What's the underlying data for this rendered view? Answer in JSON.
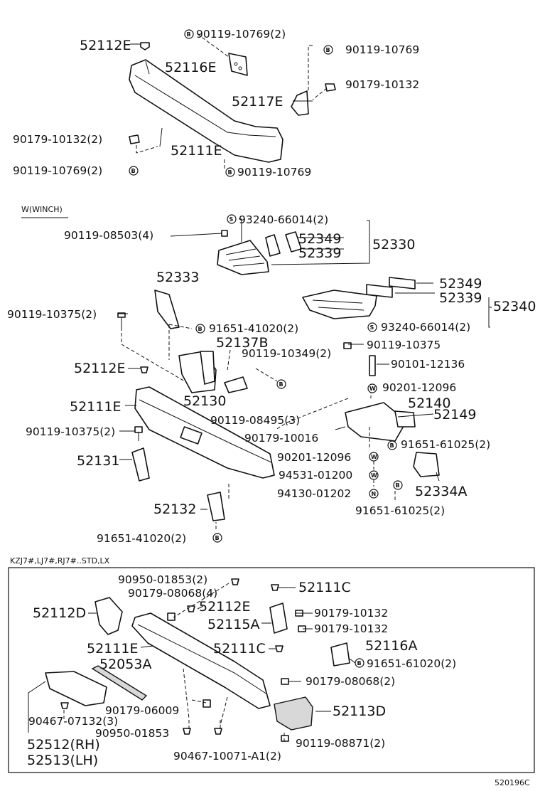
{
  "top_group": {
    "labels": {
      "p52112E": "52112E",
      "p90119_10769_2": "90119-10769(2)",
      "p52116E": "52116E",
      "p90119_10769_r": "90119-10769",
      "p90179_10132_r": "90179-10132",
      "p52117E": "52117E",
      "p90179_10132_2": "90179-10132(2)",
      "p52111E": "52111E",
      "p90119_10769_2b": "90119-10769(2)",
      "p90119_10769_b": "90119-10769"
    }
  },
  "winch_group": {
    "heading": "W(WINCH)",
    "labels": {
      "p93240_a": "93240-66014(2)",
      "p90119_08503": "90119-08503(4)",
      "p52349_a": "52349",
      "p52339_a": "52339",
      "p52330": "52330",
      "p52333": "52333",
      "p52349_b": "52349",
      "p52339_b": "52339",
      "p52340": "52340",
      "p90119_10375_2": "90119-10375(2)",
      "p91651_41020_2": "91651-41020(2)",
      "p93240_b": "93240-66014(2)",
      "p52137B": "52137B",
      "p90119_10375": "90119-10375",
      "p90119_10349": "90119-10349(2)",
      "p52112E": "52112E",
      "p90101_12136": "90101-12136",
      "p52111E": "52111E",
      "p52130": "52130",
      "p90201_12096_a": "90201-12096",
      "p52140": "52140",
      "p90119_08495": "90119-08495(3)",
      "p52149": "52149",
      "p90119_10375_2b": "90119-10375(2)",
      "p90179_10016": "90179-10016",
      "p91651_61025_2a": "91651-61025(2)",
      "p52131": "52131",
      "p90201_12096_b": "90201-12096",
      "p94531_01200": "94531-01200",
      "p52334A": "52334A",
      "p94130_01202": "94130-01202",
      "p52132": "52132",
      "p91651_61025_2b": "91651-61025(2)",
      "p91651_41020_2b": "91651-41020(2)"
    }
  },
  "bottom_group": {
    "heading": "KZJ7#,LJ7#,RJ7#..STD,LX",
    "labels": {
      "p90950_01853_2": "90950-01853(2)",
      "p52111C_a": "52111C",
      "p90179_08068_4": "90179-08068(4)",
      "p52112D": "52112D",
      "p52112E": "52112E",
      "p90179_10132_a": "90179-10132",
      "p52115A": "52115A",
      "p90179_10132_b": "90179-10132",
      "p52111E": "52111E",
      "p52111C_b": "52111C",
      "p52116A": "52116A",
      "p52053A": "52053A",
      "p91651_61020_2": "91651-61020(2)",
      "p90179_08068_2": "90179-08068(2)",
      "p90179_06009": "90179-06009",
      "p52113D": "52113D",
      "p90467_07132_3": "90467-07132(3)",
      "p90950_01853": "90950-01853",
      "p52512RH": "52512(RH)",
      "p90119_08871_2": "90119-08871(2)",
      "p52513LH": "52513(LH)",
      "p90467_10071": "90467-10071-A1(2)"
    }
  },
  "markers": {
    "B": "B",
    "S": "S",
    "W": "W",
    "N": "N"
  },
  "figure_id": "520196C"
}
